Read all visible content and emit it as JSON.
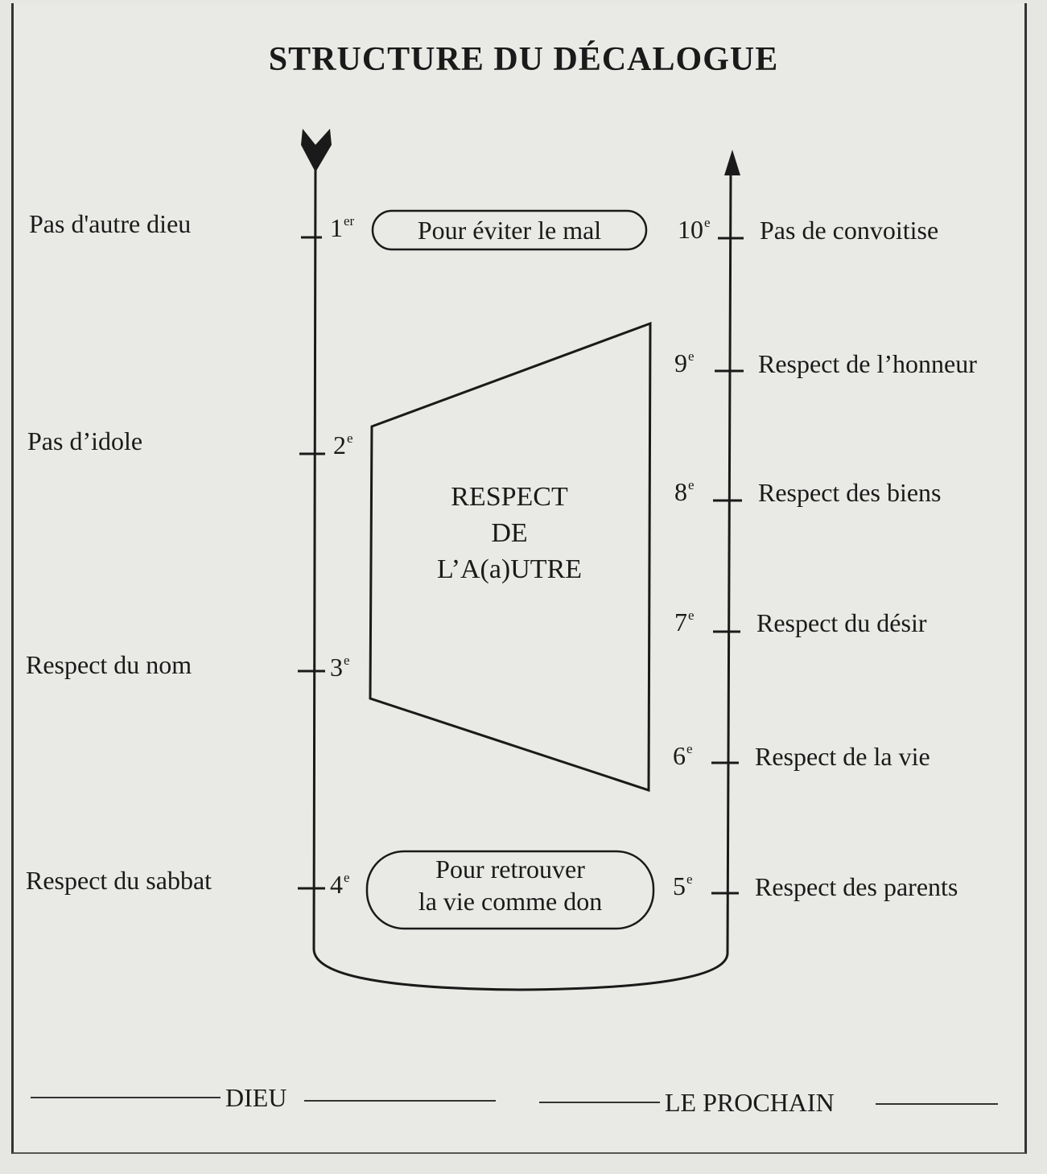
{
  "title": "STRUCTURE DU DÉCALOGUE",
  "left_column": [
    {
      "label": "Pas d'autre dieu",
      "num": "1",
      "suffix": "er"
    },
    {
      "label": "Pas d’idole",
      "num": "2",
      "suffix": "e"
    },
    {
      "label": "Respect du nom",
      "num": "3",
      "suffix": "e"
    },
    {
      "label": "Respect du sabbat",
      "num": "4",
      "suffix": "e"
    }
  ],
  "right_column": [
    {
      "label": "Pas de convoitise",
      "num": "10",
      "suffix": "e"
    },
    {
      "label": "Respect de l’honneur",
      "num": "9",
      "suffix": "e"
    },
    {
      "label": "Respect des biens",
      "num": "8",
      "suffix": "e"
    },
    {
      "label": "Respect du désir",
      "num": "7",
      "suffix": "e"
    },
    {
      "label": "Respect de la vie",
      "num": "6",
      "suffix": "e"
    },
    {
      "label": "Respect des parents",
      "num": "5",
      "suffix": "e"
    }
  ],
  "top_pill": "Pour éviter le mal",
  "bottom_pill": [
    "Pour retrouver",
    "la vie comme don"
  ],
  "center": [
    "RESPECT",
    "DE",
    "L’A(a)UTRE"
  ],
  "footer": {
    "left": "DIEU",
    "right": "LE PROCHAIN"
  }
}
